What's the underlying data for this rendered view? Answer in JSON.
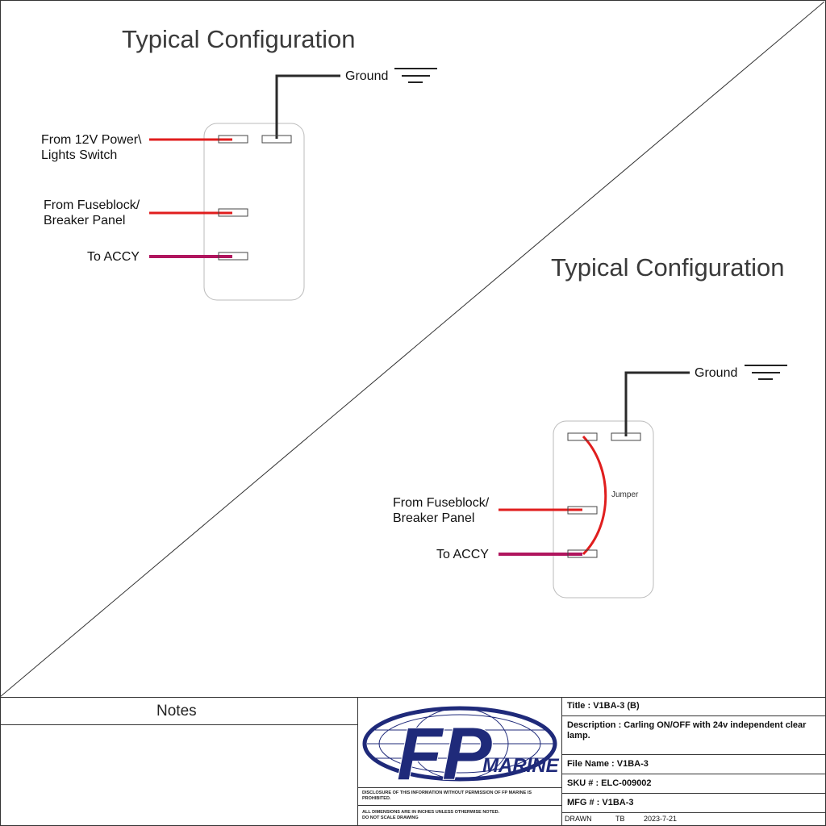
{
  "configs": [
    {
      "title": "Typical Configuration",
      "ground_label": "Ground",
      "power_label_line1": "From 12V Power\\",
      "power_label_line2": "Lights Switch",
      "fuse_label_line1": "From Fuseblock/",
      "fuse_label_line2": "Breaker Panel",
      "accy_label": "To ACCY"
    },
    {
      "title": "Typical Configuration",
      "ground_label": "Ground",
      "fuse_label_line1": "From Fuseblock/",
      "fuse_label_line2": "Breaker Panel",
      "accy_label": "To ACCY",
      "jumper_label": "Jumper"
    }
  ],
  "colors": {
    "red_wire": "#e01e1e",
    "magenta_wire": "#b0155e",
    "ground_wire": "#222222",
    "logo_blue": "#1f2a7a"
  },
  "title_block": {
    "notes_label": "Notes",
    "logo_text": "FP",
    "logo_sub": "MARINE",
    "disclosure": "DISCLOSURE OF THIS INFORMATION WITHOUT PERMISSION OF FP MARINE IS PROHIBITED.",
    "dimensions_line1": "ALL DIMENSIONS ARE IN INCHES UNLESS OTHERWISE NOTED.",
    "dimensions_line2": "DO NOT SCALE DRAWING",
    "title": "Title : V1BA-3 (B)",
    "description": "Description : Carling ON/OFF with 24v independent clear lamp.",
    "file_name": "File Name : V1BA-3",
    "sku": "SKU # : ELC-009002",
    "mfg": "MFG # : V1BA-3",
    "drawn_label": "DRAWN",
    "drawn_by": "TB",
    "drawn_date": "2023-7-21"
  }
}
